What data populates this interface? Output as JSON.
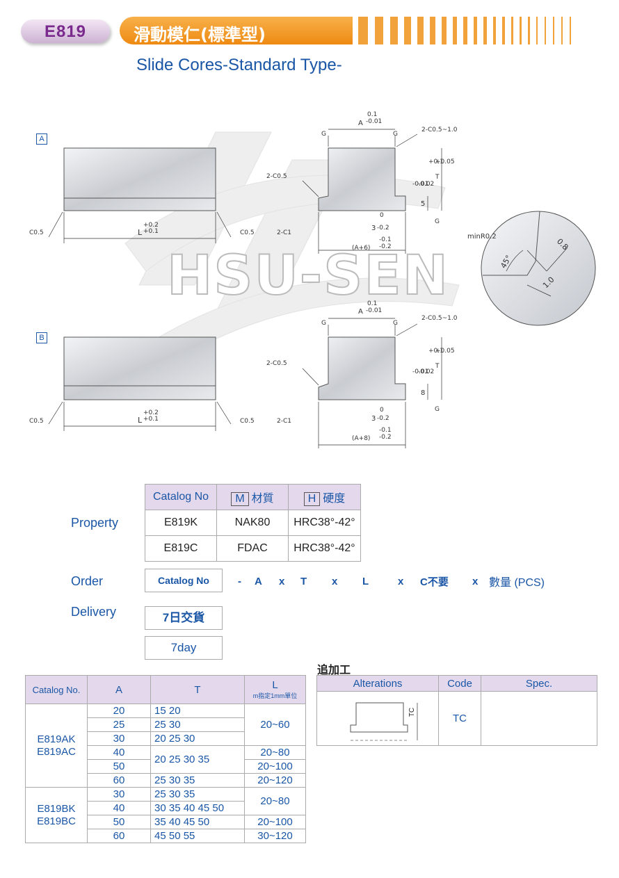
{
  "header": {
    "code": "E819",
    "title_cn": "滑動模仁(標準型)",
    "title_en": "Slide Cores-Standard Type-"
  },
  "watermark": "HSU-SEN",
  "drawing_a": {
    "label": "A",
    "c05_left": "C0.5",
    "l_main": "L",
    "l_tol_top": "+0.2",
    "l_tol_bot": "+0.1",
    "c05_right": "C0.5",
    "g_left": "G",
    "a_label": "A",
    "a_tol_top": "0.1",
    "a_tol_bot": "-0.01",
    "g_right": "G",
    "chamfer_top": "2-C0.5~1.0",
    "chamfer_side": "2-C0.5",
    "chamfer_bottom": "2-C1",
    "t_label": "T",
    "t_tol_top": "+0.1",
    "t_tol_bot": "+0.05",
    "s_tol_top": "-0.01",
    "s_tol_bot": "-0.02",
    "step": "5",
    "g_bottom": "G",
    "three_main": "3",
    "three_tol_top": "0",
    "three_tol_bot": "-0.2",
    "extra_tol_top": "-0.1",
    "extra_tol_bot": "-0.2",
    "overall": "(A+6)"
  },
  "drawing_b": {
    "label": "B",
    "c05_left": "C0.5",
    "l_main": "L",
    "l_tol_top": "+0.2",
    "l_tol_bot": "+0.1",
    "c05_right": "C0.5",
    "g_left": "G",
    "a_label": "A",
    "a_tol_top": "0.1",
    "a_tol_bot": "-0.01",
    "g_right": "G",
    "chamfer_top": "2-C0.5~1.0",
    "chamfer_side": "2-C0.5",
    "chamfer_bottom": "2-C1",
    "t_label": "T",
    "t_tol_top": "+0.1",
    "t_tol_bot": "+0.05",
    "s_tol_top": "-0.01",
    "s_tol_bot": "-0.02",
    "step": "8",
    "g_bottom": "G",
    "three_main": "3",
    "three_tol_top": "0",
    "three_tol_bot": "-0.2",
    "extra_tol_top": "-0.1",
    "extra_tol_bot": "-0.2",
    "overall": "(A+8)"
  },
  "detail": {
    "radius": "minR0.2",
    "d1": "0.8",
    "angle": "45°",
    "d2": "1.0"
  },
  "property": {
    "label": "Property",
    "headers": {
      "catalog": "Catalog No",
      "m_badge": "M",
      "material": "材質",
      "h_badge": "H",
      "hardness": "硬度"
    },
    "rows": [
      {
        "catalog": "E819K",
        "material": "NAK80",
        "hardness": "HRC38°-42°"
      },
      {
        "catalog": "E819C",
        "material": "FDAC",
        "hardness": "HRC38°-42°"
      }
    ]
  },
  "order": {
    "label": "Order",
    "catalog_box": "Catalog No",
    "items": [
      "-",
      "A",
      "x",
      "T",
      "x",
      "L",
      "x",
      "C不要",
      "x",
      "數量 (PCS)"
    ]
  },
  "delivery": {
    "label": "Delivery",
    "cn": "7日交貨",
    "en": "7day"
  },
  "spec_table": {
    "headers": {
      "catalog": "Catalog No.",
      "a": "A",
      "t": "T",
      "l": "L",
      "l_note": "m指定1mm單位"
    },
    "groups": [
      {
        "catalog_1": "E819AK",
        "catalog_2": "E819AC",
        "rows": [
          {
            "a": "20",
            "t": "15 20"
          },
          {
            "a": "25",
            "t": "25 30"
          },
          {
            "a": "30",
            "t": "20 25 30"
          },
          {
            "a": "40",
            "t": "20 25 30 35"
          },
          {
            "a": "50",
            "t": ""
          },
          {
            "a": "60",
            "t": "25 30 35"
          }
        ],
        "l_values": [
          "20~60",
          "20~80",
          "20~100",
          "20~120"
        ]
      },
      {
        "catalog_1": "E819BK",
        "catalog_2": "E819BC",
        "rows": [
          {
            "a": "30",
            "t": "25 30 35"
          },
          {
            "a": "40",
            "t": "30 35 40 45 50"
          },
          {
            "a": "50",
            "t": "35 40 45 50"
          },
          {
            "a": "60",
            "t": "45 50 55"
          }
        ],
        "l_values": [
          "20~80",
          "20~100",
          "30~120"
        ]
      }
    ]
  },
  "alterations": {
    "title": "追加工",
    "headers": {
      "alterations": "Alterations",
      "code": "Code",
      "spec": "Spec."
    },
    "row": {
      "dim_label": "TC",
      "code": "TC",
      "spec": ""
    }
  },
  "colors": {
    "accent_blue": "#1a56a6",
    "header_purple": "#7a2a8c",
    "table_header_bg": "#e4d9ec",
    "orange": "#ee8a12"
  }
}
